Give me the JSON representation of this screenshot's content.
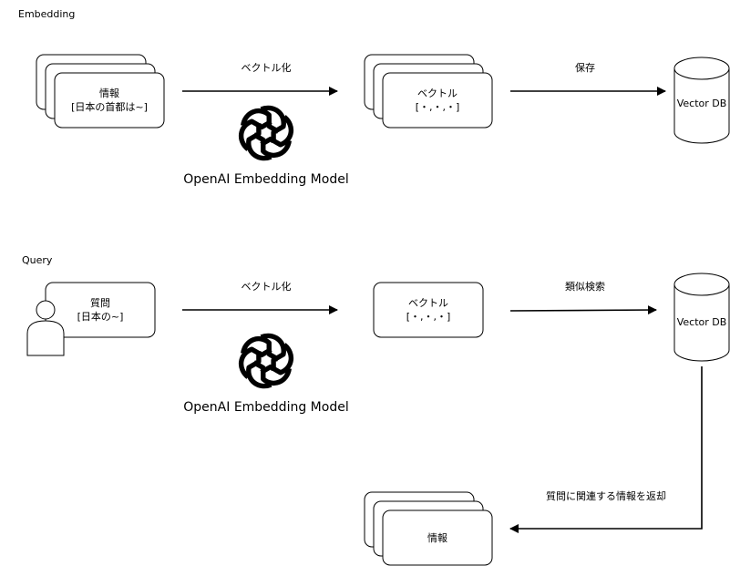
{
  "embedding": {
    "section_label": "Embedding",
    "info_box": {
      "line1": "情報",
      "line2": "[日本の首都は~]"
    },
    "arrow1_label": "ベクトル化",
    "model_label": "OpenAI Embedding Model",
    "vector_box": {
      "line1": "ベクトル",
      "line2": "[・,・,・]"
    },
    "arrow2_label": "保存",
    "db_label": "Vector DB"
  },
  "query": {
    "section_label": "Query",
    "question_box": {
      "line1": "質問",
      "line2": "[日本の~]"
    },
    "arrow1_label": "ベクトル化",
    "model_label": "OpenAI Embedding Model",
    "vector_box": {
      "line1": "ベクトル",
      "line2": "[・,・,・]"
    },
    "arrow2_label": "類似検索",
    "db_label": "Vector DB",
    "return_label": "質問に関連する情報を返却",
    "result_box": {
      "line1": "情報"
    }
  }
}
